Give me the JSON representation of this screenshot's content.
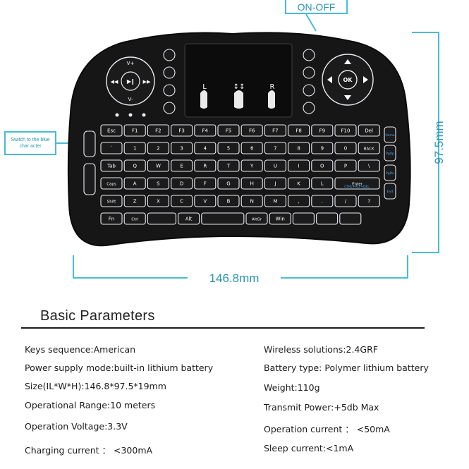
{
  "callouts": {
    "on_off": "ON-OFF",
    "switch_blue": "Switch to the blue char acter"
  },
  "dimensions": {
    "width": "146.8mm",
    "height": "97.5mm"
  },
  "keyboard": {
    "dpad_ok": "OK",
    "vol_up": "V+",
    "vol_down": "V-",
    "touch_left": "L",
    "touch_scroll": "↕↕",
    "touch_right": "R",
    "row_f": [
      "Esc",
      "F1",
      "F2",
      "F3",
      "F4",
      "F5",
      "F6",
      "F7",
      "F8",
      "F9",
      "F10",
      "Del"
    ],
    "row_num": [
      "`",
      "1",
      "2",
      "3",
      "4",
      "5",
      "6",
      "7",
      "8",
      "9",
      "0",
      "BACK"
    ],
    "row_q": [
      "Tab",
      "Q",
      "W",
      "E",
      "R",
      "T",
      "Y",
      "U",
      "I",
      "O",
      "P",
      "\\"
    ],
    "row_a": [
      "Caps",
      "A",
      "S",
      "D",
      "F",
      "G",
      "H",
      "J",
      "K",
      "L",
      "Enter"
    ],
    "row_z": [
      "Shift",
      "Z",
      "X",
      "C",
      "V",
      "B",
      "N",
      "M",
      ",",
      ".",
      "/",
      "?"
    ],
    "row_b": [
      "Fn",
      "Ctrl",
      "",
      "Alt",
      "",
      "AltGr",
      "Win",
      "",
      "",
      ""
    ],
    "side": [
      "Home",
      "PgUp",
      "PgDn",
      "End"
    ],
    "enter_sub": "CTRL+ALT+DEL"
  },
  "params": {
    "title": "Basic Parameters",
    "left": [
      "Keys sequence:American",
      "Power supply mode:built-in lithium battery",
      "Size(IL*W*H):146.8*97.5*19mm",
      "Operational Range:10 meters",
      "Operation Voltage:3.3V",
      "Charging current ： <300mA"
    ],
    "right": [
      "Wireless solutions:2.4GRF",
      "Battery type: Polymer lithium battery",
      "Weight:110g",
      "Transmit Power:+5db Max",
      "Operation current ： <50mA",
      "Sleep current:<1mA"
    ]
  }
}
